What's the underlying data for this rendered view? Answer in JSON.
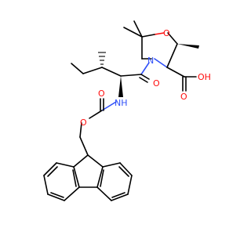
{
  "colors": {
    "oxygen": "#ff0d0d",
    "nitrogen": "#3050f8",
    "carbon": "#000000",
    "background": "#ffffff"
  },
  "atoms": {
    "ring_oxygen": "O",
    "ring_nitrogen": "N",
    "amide_oxygen": "O",
    "acid_oxygen": "O",
    "acid_hydroxyl": "OH",
    "amine": "NH",
    "carbamate_oxygen_double": "O",
    "carbamate_oxygen_ester": "O"
  }
}
